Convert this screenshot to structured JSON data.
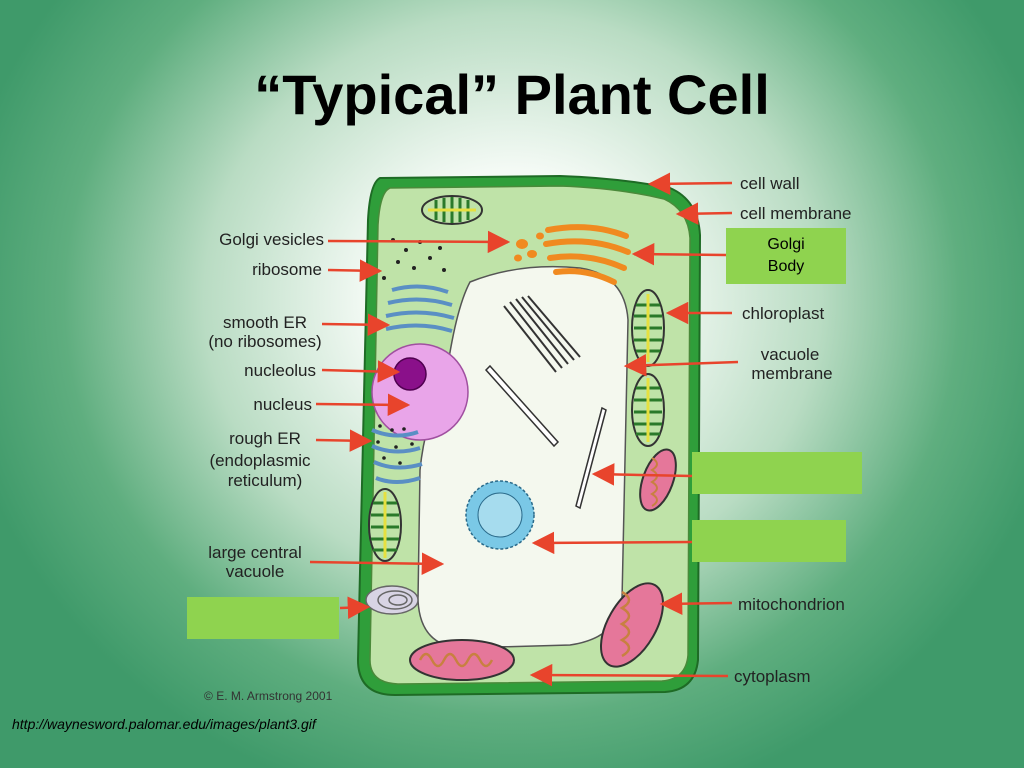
{
  "slide": {
    "title": "“Typical” Plant Cell",
    "source_url": "http://waynesword.palomar.edu/images/plant3.gif",
    "copyright": "E. M. Armstrong 2001"
  },
  "labels": {
    "golgi_vesicles": "Golgi vesicles",
    "ribosome": "ribosome",
    "smooth_er_1": "smooth ER",
    "smooth_er_2": "(no ribosomes)",
    "nucleolus": "nucleolus",
    "nucleus": "nucleus",
    "rough_er_1": "rough ER",
    "rough_er_2": "(endoplasmic",
    "rough_er_3": "reticulum)",
    "large_vacuole_1": "large central",
    "large_vacuole_2": "vacuole",
    "cell_wall": "cell wall",
    "cell_membrane": "cell membrane",
    "golgi_body_1": "Golgi",
    "golgi_body_2": "Body",
    "chloroplast": "chloroplast",
    "vacuole_membrane_1": "vacuole",
    "vacuole_membrane_2": "membrane",
    "mitochondrion": "mitochondrion",
    "cytoplasm": "cytoplasm"
  },
  "colors": {
    "cell_wall": "#2f9e3a",
    "cytoplasm": "#bfe3a8",
    "vacuole": "#f4f8ee",
    "nucleus": "#e9a5e9",
    "nucleolus": "#8a108a",
    "arrow": "#e8442c",
    "label_box": "#8fd34f"
  }
}
